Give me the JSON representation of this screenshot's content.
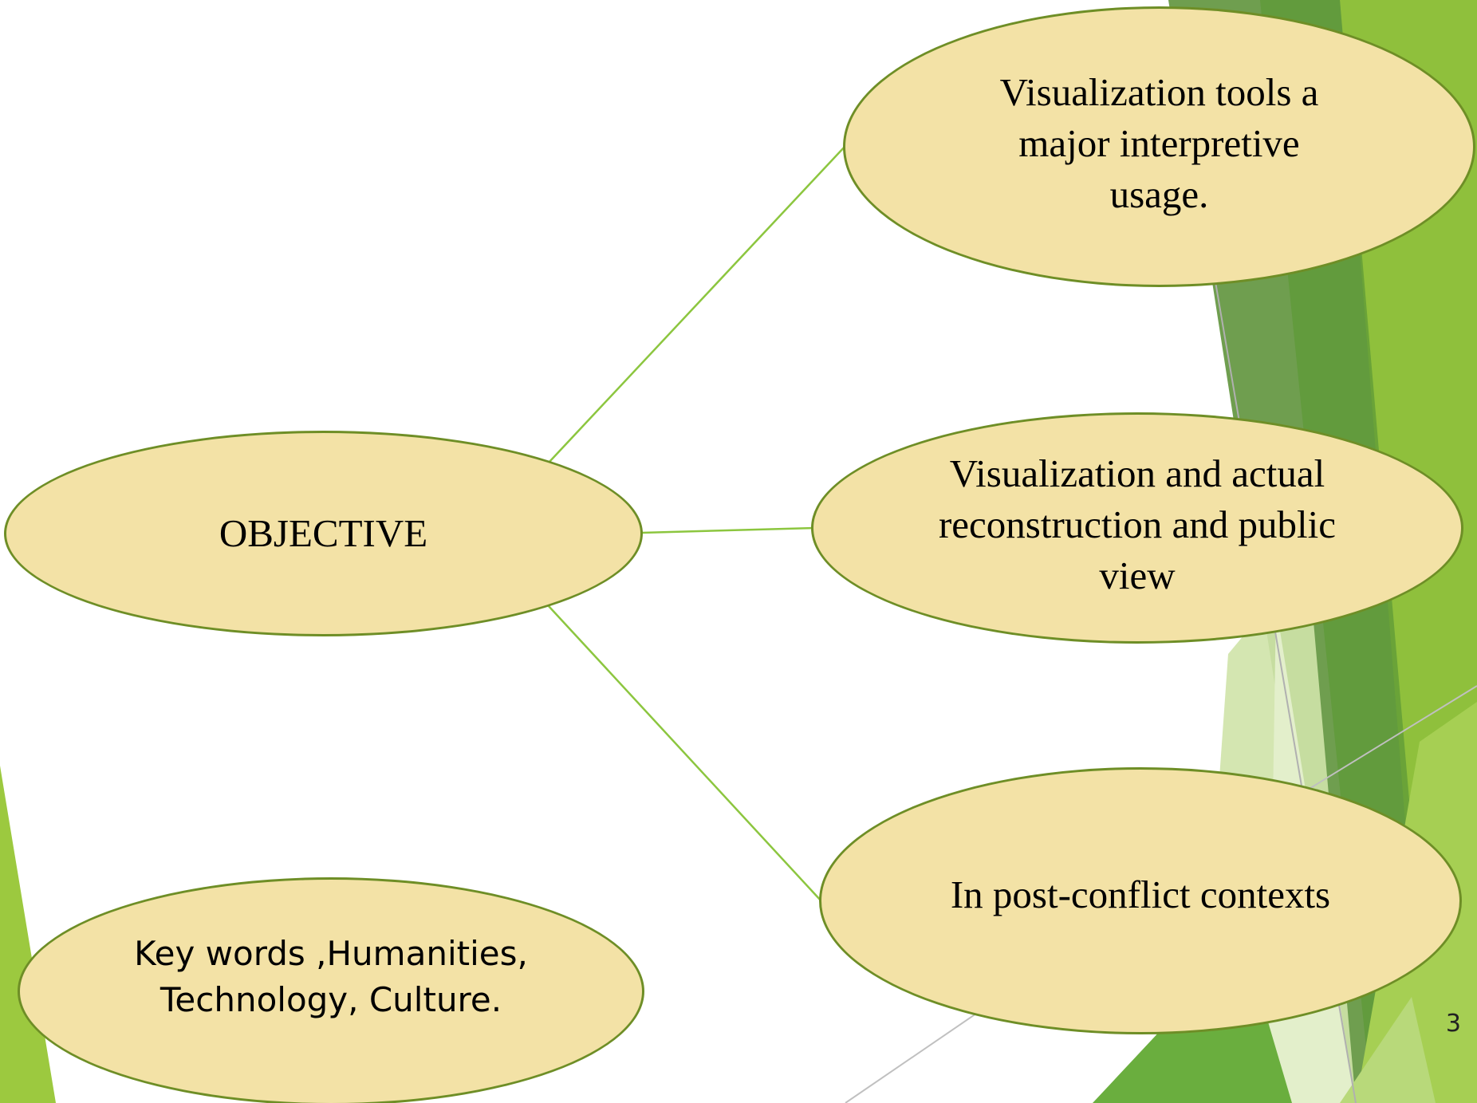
{
  "diagram": {
    "root": {
      "label": "OBJECTIVE"
    },
    "branches": [
      {
        "label": "Visualization tools a major interpretive usage."
      },
      {
        "label": "Visualization and actual reconstruction  and public view"
      },
      {
        "label": "In post-conflict contexts"
      }
    ],
    "keywords": {
      "label": "Key words ,Humanities, Technology, Culture."
    }
  },
  "page_number": "3",
  "colors": {
    "node_fill": "#f3e2a6",
    "node_border": "#6e8e26",
    "connector": "#8cc63f",
    "accent_light": "#9cc93f",
    "accent_dark": "#5e9a37"
  }
}
